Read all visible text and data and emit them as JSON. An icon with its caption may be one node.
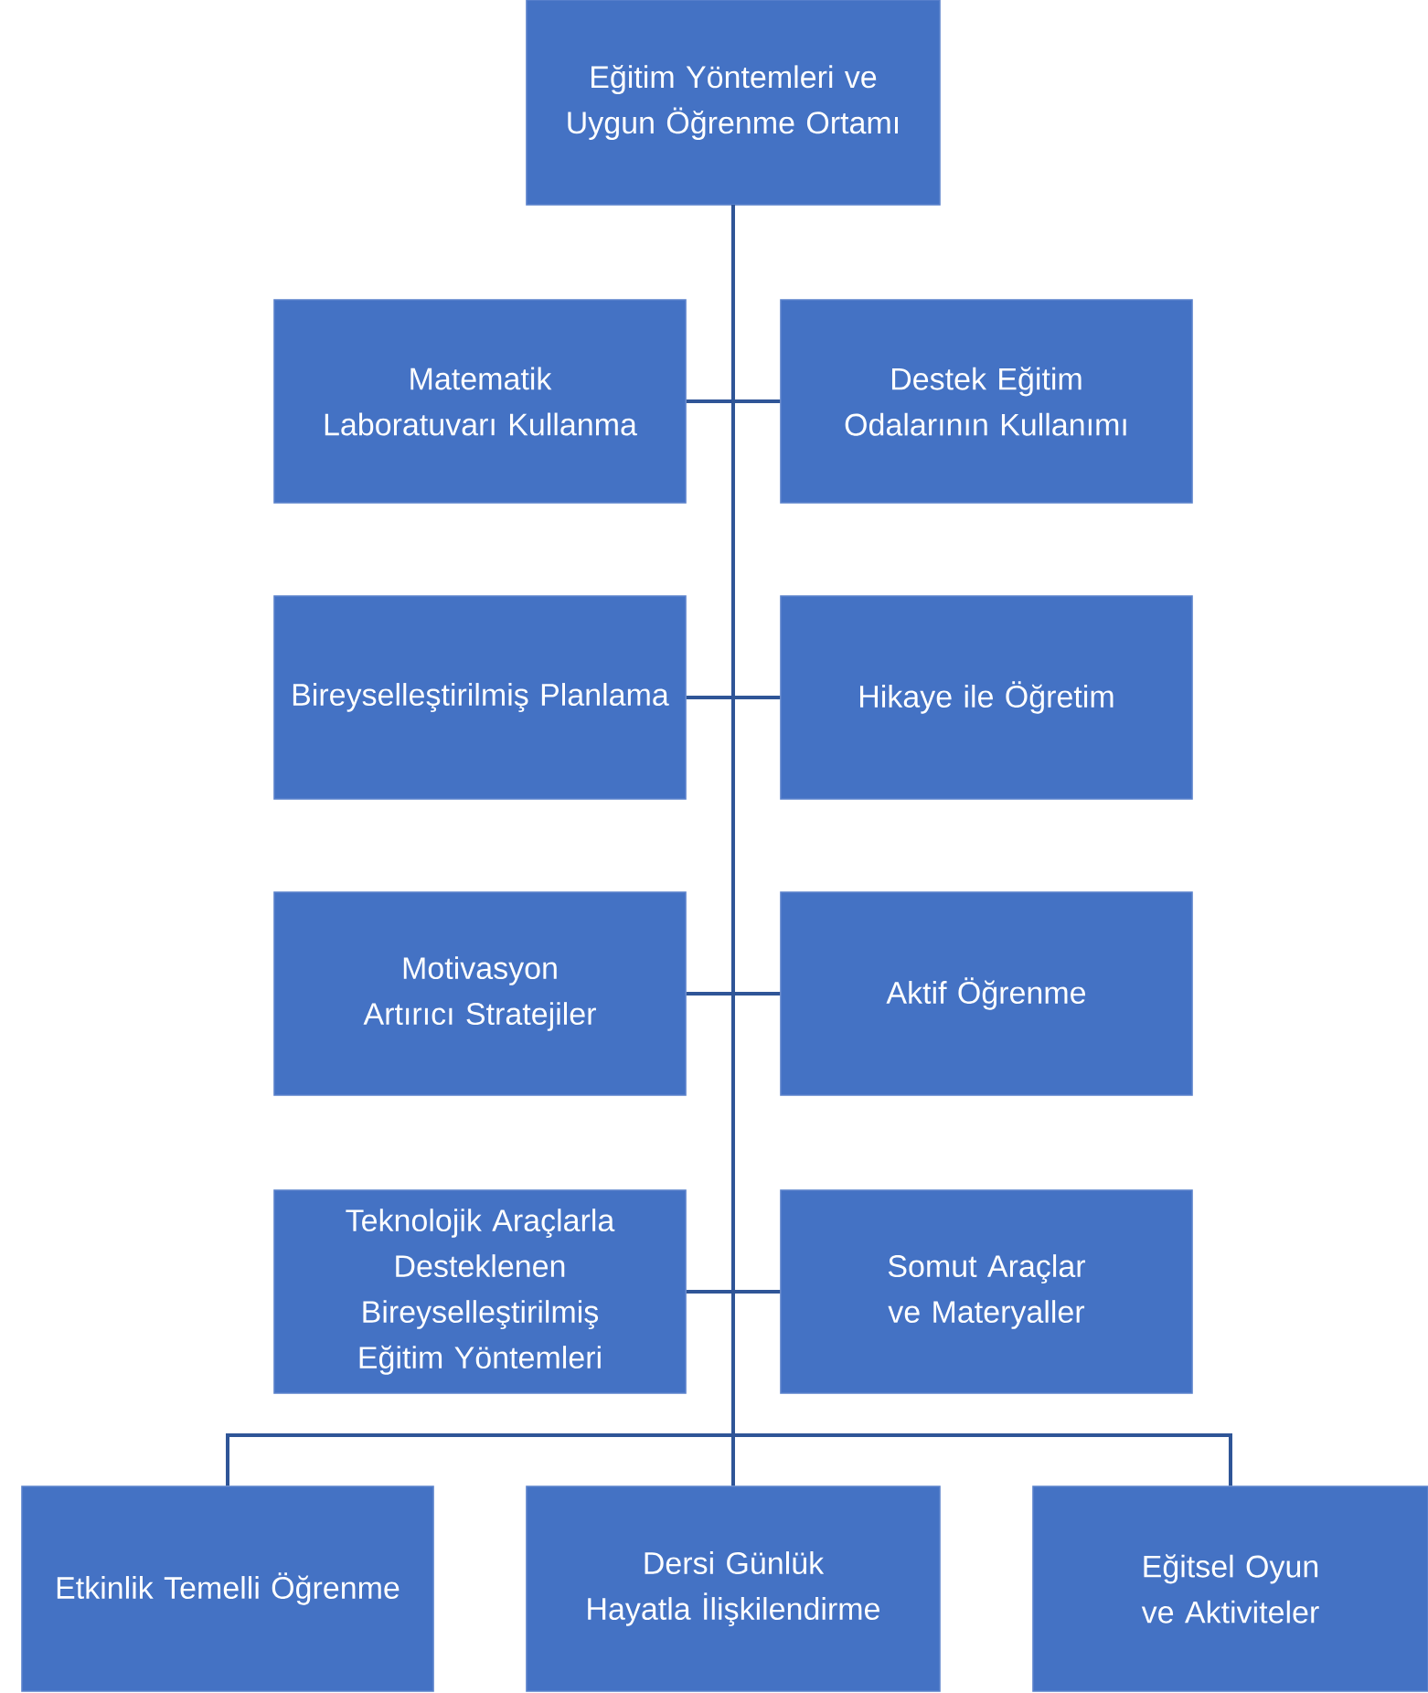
{
  "diagram": {
    "nodes": [
      {
        "text": [
          "Eğitim Yöntemleri ve Uygun Öğrenme Ortamı"
        ]
      },
      {
        "text": [
          "Matematik Laboratuvarı Kullanma"
        ]
      },
      {
        "text": [
          "Destek Eğitim Odalarının Kullanımı"
        ]
      },
      {
        "text": [
          "Bireyselleştirilmiş Planlama"
        ]
      },
      {
        "text": [
          "Hikaye ile Öğretim"
        ]
      },
      {
        "text": [
          "Motivasyon Artırıcı Stratejiler"
        ]
      },
      {
        "text": [
          "Aktif Öğrenme"
        ]
      },
      {
        "text": [
          "Teknolojik Araçlarla Desteklenen Bireyselleştirilmiş Eğitim Yöntemleri"
        ]
      },
      {
        "text": [
          "Somut Araçlar ve Materyaller"
        ]
      },
      {
        "text": [
          "Etkinlik Temelli Öğrenme"
        ]
      },
      {
        "text": [
          "Dersi Günlük Hayatla İlişkilendirme"
        ]
      },
      {
        "text": [
          "Eğitsel Oyun ve Aktiviteler"
        ]
      }
    ],
    "edges": [
      {
        "from": 0,
        "to": 1,
        "arrow": "none"
      },
      {
        "from": 0,
        "to": 2,
        "arrow": "none"
      },
      {
        "from": 0,
        "to": 3,
        "arrow": "none"
      },
      {
        "from": 0,
        "to": 4,
        "arrow": "none"
      },
      {
        "from": 0,
        "to": 5,
        "arrow": "none"
      },
      {
        "from": 0,
        "to": 6,
        "arrow": "none"
      },
      {
        "from": 0,
        "to": 7,
        "arrow": "none"
      },
      {
        "from": 0,
        "to": 8,
        "arrow": "none"
      },
      {
        "from": 0,
        "to": 9,
        "arrow": "none"
      },
      {
        "from": 0,
        "to": 10,
        "arrow": "none"
      },
      {
        "from": 0,
        "to": 11,
        "arrow": "none"
      }
    ]
  }
}
